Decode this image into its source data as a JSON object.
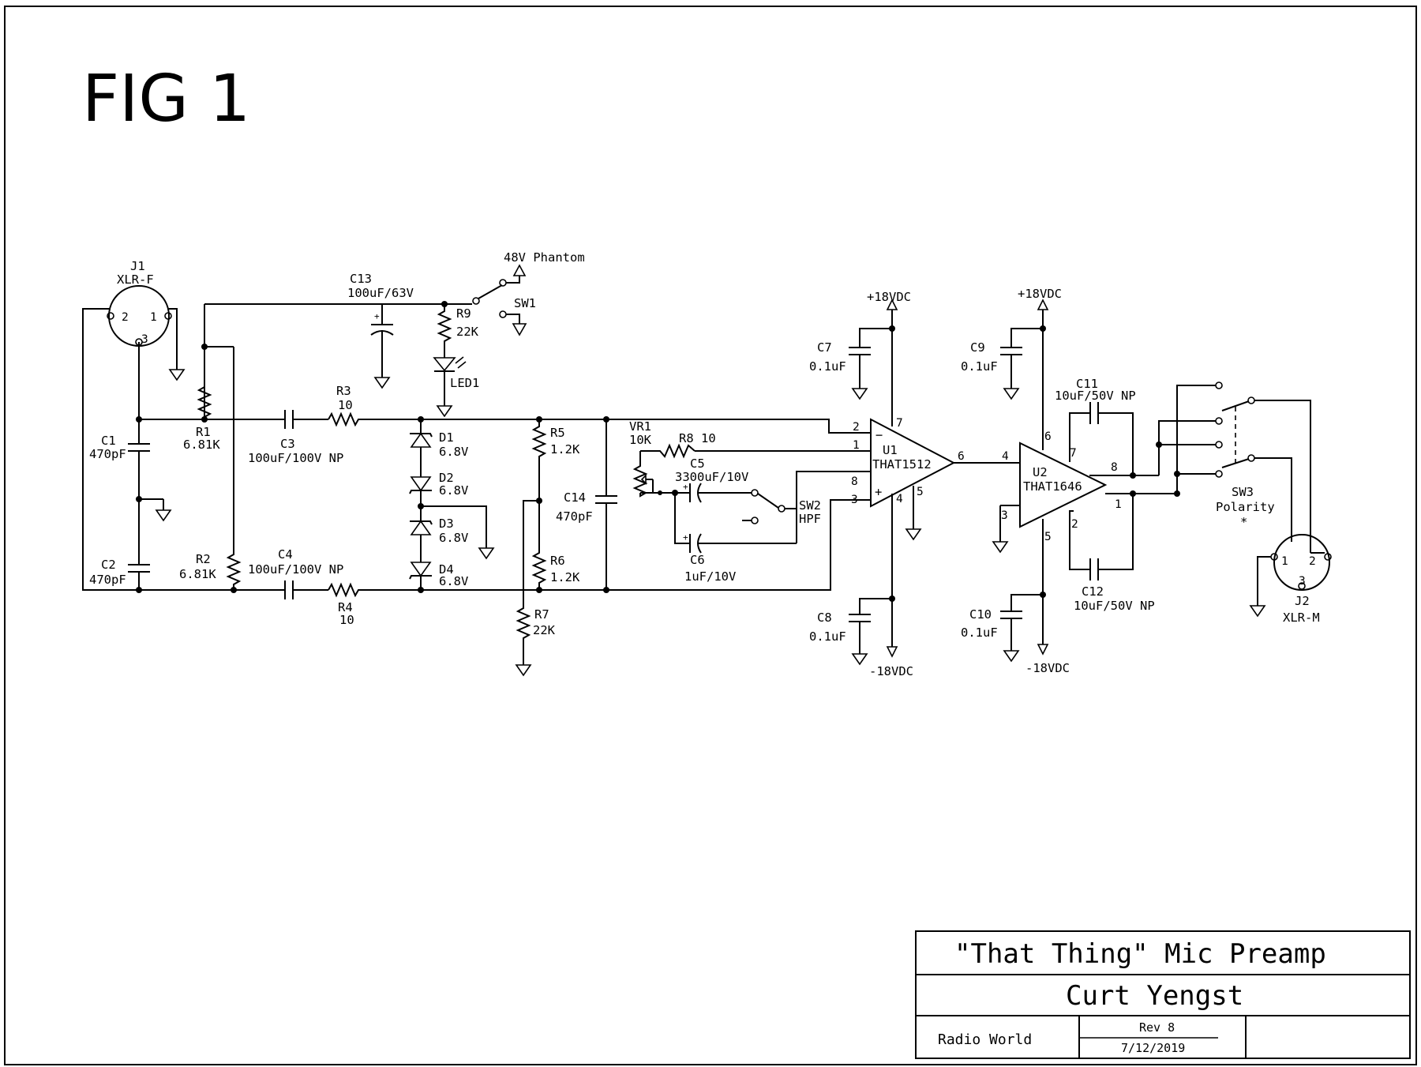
{
  "figure": {
    "title": "FIG 1"
  },
  "labels": {
    "j1_ref": "J1",
    "j1_val": "XLR-F",
    "j1_p2": "2",
    "j1_p1": "1",
    "j1_p3": "3",
    "c13_ref": "C13",
    "c13_val": "100uF/63V",
    "phantom": "48V Phantom",
    "sw1": "SW1",
    "r9_ref": "R9",
    "r9_val": "22K",
    "led1": "LED1",
    "r3_ref": "R3",
    "r3_val": "10",
    "r4_ref": "R4",
    "r4_val": "10",
    "r1_ref": "R1",
    "r1_val": "6.81K",
    "r2_ref": "R2",
    "r2_val": "6.81K",
    "c1_ref": "C1",
    "c1_val": "470pF",
    "c2_ref": "C2",
    "c2_val": "470pF",
    "c3_ref": "C3",
    "c3_val": "100uF/100V NP",
    "c4_ref": "C4",
    "c4_val": "100uF/100V NP",
    "d1_ref": "D1",
    "d1_val": "6.8V",
    "d2_ref": "D2",
    "d2_val": "6.8V",
    "d3_ref": "D3",
    "d3_val": "6.8V",
    "d4_ref": "D4",
    "d4_val": "6.8V",
    "r5_ref": "R5",
    "r5_val": "1.2K",
    "r6_ref": "R6",
    "r6_val": "1.2K",
    "r7_ref": "R7",
    "r7_val": "22K",
    "c14_ref": "C14",
    "c14_val": "470pF",
    "vr1_ref": "VR1",
    "vr1_val": "10K",
    "r8": "R8 10",
    "c5_ref": "C5",
    "c5_val": "3300uF/10V",
    "c6_ref": "C6",
    "c6_val": "1uF/10V",
    "sw2_ref": "SW2",
    "sw2_val": "HPF",
    "u1_ref": "U1",
    "u1_val": "THAT1512",
    "u1_p2": "2",
    "u1_p1": "1",
    "u1_p8": "8",
    "u1_p3": "3",
    "u1_p7": "7",
    "u1_p4": "4",
    "u1_p5": "5",
    "u1_p6": "6",
    "u1_minus": "−",
    "u1_plus": "+",
    "vp18_a": "+18VDC",
    "vn18_a": "-18VDC",
    "vp18_b": "+18VDC",
    "vn18_b": "-18VDC",
    "c7_ref": "C7",
    "c7_val": "0.1uF",
    "c8_ref": "C8",
    "c8_val": "0.1uF",
    "c9_ref": "C9",
    "c9_val": "0.1uF",
    "c10_ref": "C10",
    "c10_val": "0.1uF",
    "u2_ref": "U2",
    "u2_val": "THAT1646",
    "u2_p4": "4",
    "u2_p6": "6",
    "u2_p7": "7",
    "u2_p8": "8",
    "u2_p1": "1",
    "u2_p2": "2",
    "u2_p3": "3",
    "u2_p5": "5",
    "c11_ref": "C11",
    "c11_val": "10uF/50V NP",
    "c12_ref": "C12",
    "c12_val": "10uF/50V NP",
    "sw3_ref": "SW3",
    "sw3_val": "Polarity",
    "sw3_note": "*",
    "j2_ref": "J2",
    "j2_val": "XLR-M",
    "j2_p1": "1",
    "j2_p2": "2",
    "j2_p3": "3",
    "cap_plus": "+"
  },
  "title_block": {
    "project": "\"That Thing\" Mic Preamp",
    "author": "Curt Yengst",
    "company": "Radio World",
    "revision": "Rev 8",
    "date": "7/12/2019"
  }
}
